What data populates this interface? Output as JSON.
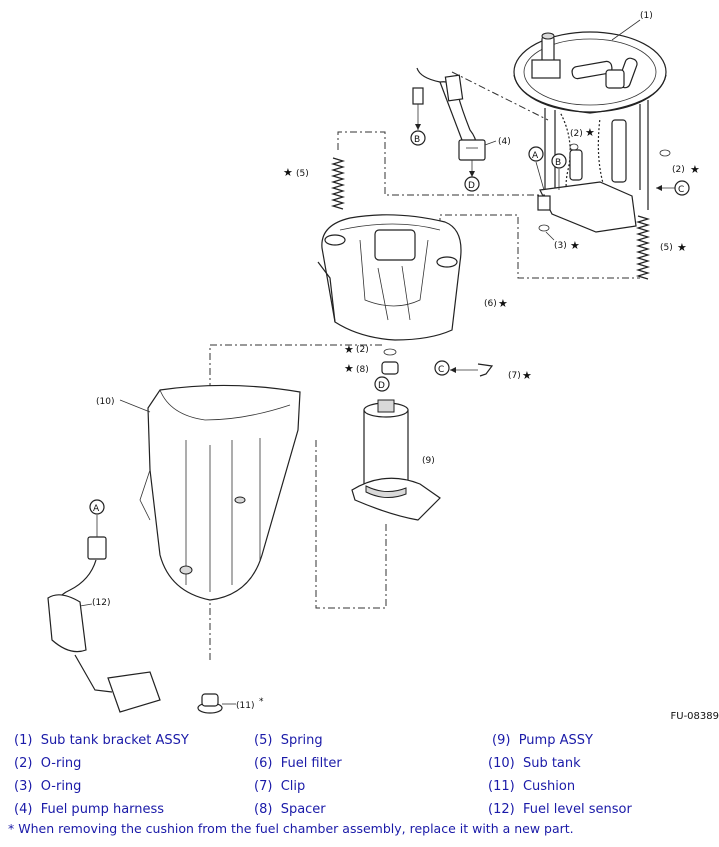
{
  "figure_code": "FU-08389",
  "callouts": {
    "c1": "(1)",
    "c2a": "(2)",
    "c2b": "(2)",
    "c2c": "(2)",
    "c3": "(3)",
    "c4": "(4)",
    "c5a": "(5)",
    "c5b": "(5)",
    "c6": "(6)",
    "c7": "(7)",
    "c8": "(8)",
    "c9": "(9)",
    "c10": "(10)",
    "c11": "(11)",
    "c12": "(12)"
  },
  "star": "★",
  "asterisk": "*",
  "connector_letters": {
    "a": "A",
    "b": "B",
    "c": "C",
    "d": "D"
  },
  "legend": [
    {
      "num": "(1)",
      "label": "Sub tank bracket ASSY"
    },
    {
      "num": "(2)",
      "label": "O-ring"
    },
    {
      "num": "(3)",
      "label": "O-ring"
    },
    {
      "num": "(4)",
      "label": "Fuel pump harness"
    },
    {
      "num": "(5)",
      "label": "Spring"
    },
    {
      "num": "(6)",
      "label": "Fuel filter"
    },
    {
      "num": "(7)",
      "label": "Clip"
    },
    {
      "num": "(8)",
      "label": "Spacer"
    },
    {
      "num": "(9)",
      "label": "Pump ASSY"
    },
    {
      "num": "(10)",
      "label": "Sub tank"
    },
    {
      "num": "(11)",
      "label": "Cushion"
    },
    {
      "num": "(12)",
      "label": "Fuel level sensor"
    }
  ],
  "note": "* When removing the cushion from the fuel chamber assembly, replace it with a new part."
}
